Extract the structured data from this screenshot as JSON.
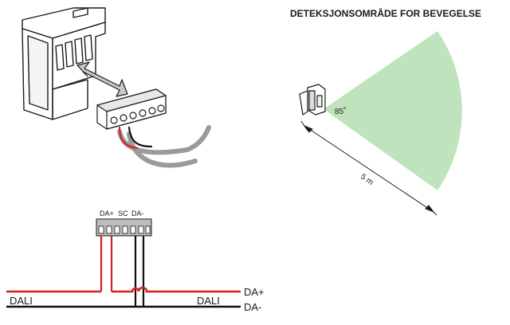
{
  "detection": {
    "title": "DETEKSJONSOMRÅDE FOR BEVEGELSE",
    "angle_label": "85˚",
    "distance_label": "5 m",
    "zone_color": "#bfe4bd"
  },
  "wiring": {
    "terminal_labels": [
      "DA+",
      "SC",
      "DA-"
    ],
    "bus_left_label": "DALI",
    "bus_mid_label": "DALI",
    "bus_out_plus": "DA+",
    "bus_out_minus": "DA-",
    "wire_red": "#d42020",
    "wire_black": "#111111",
    "terminal_color": "#bdbdbd"
  },
  "module": {
    "icon": "sensor-module-icon",
    "connector_icon": "terminal-block-icon",
    "cable_color": "#9a9a9a"
  }
}
